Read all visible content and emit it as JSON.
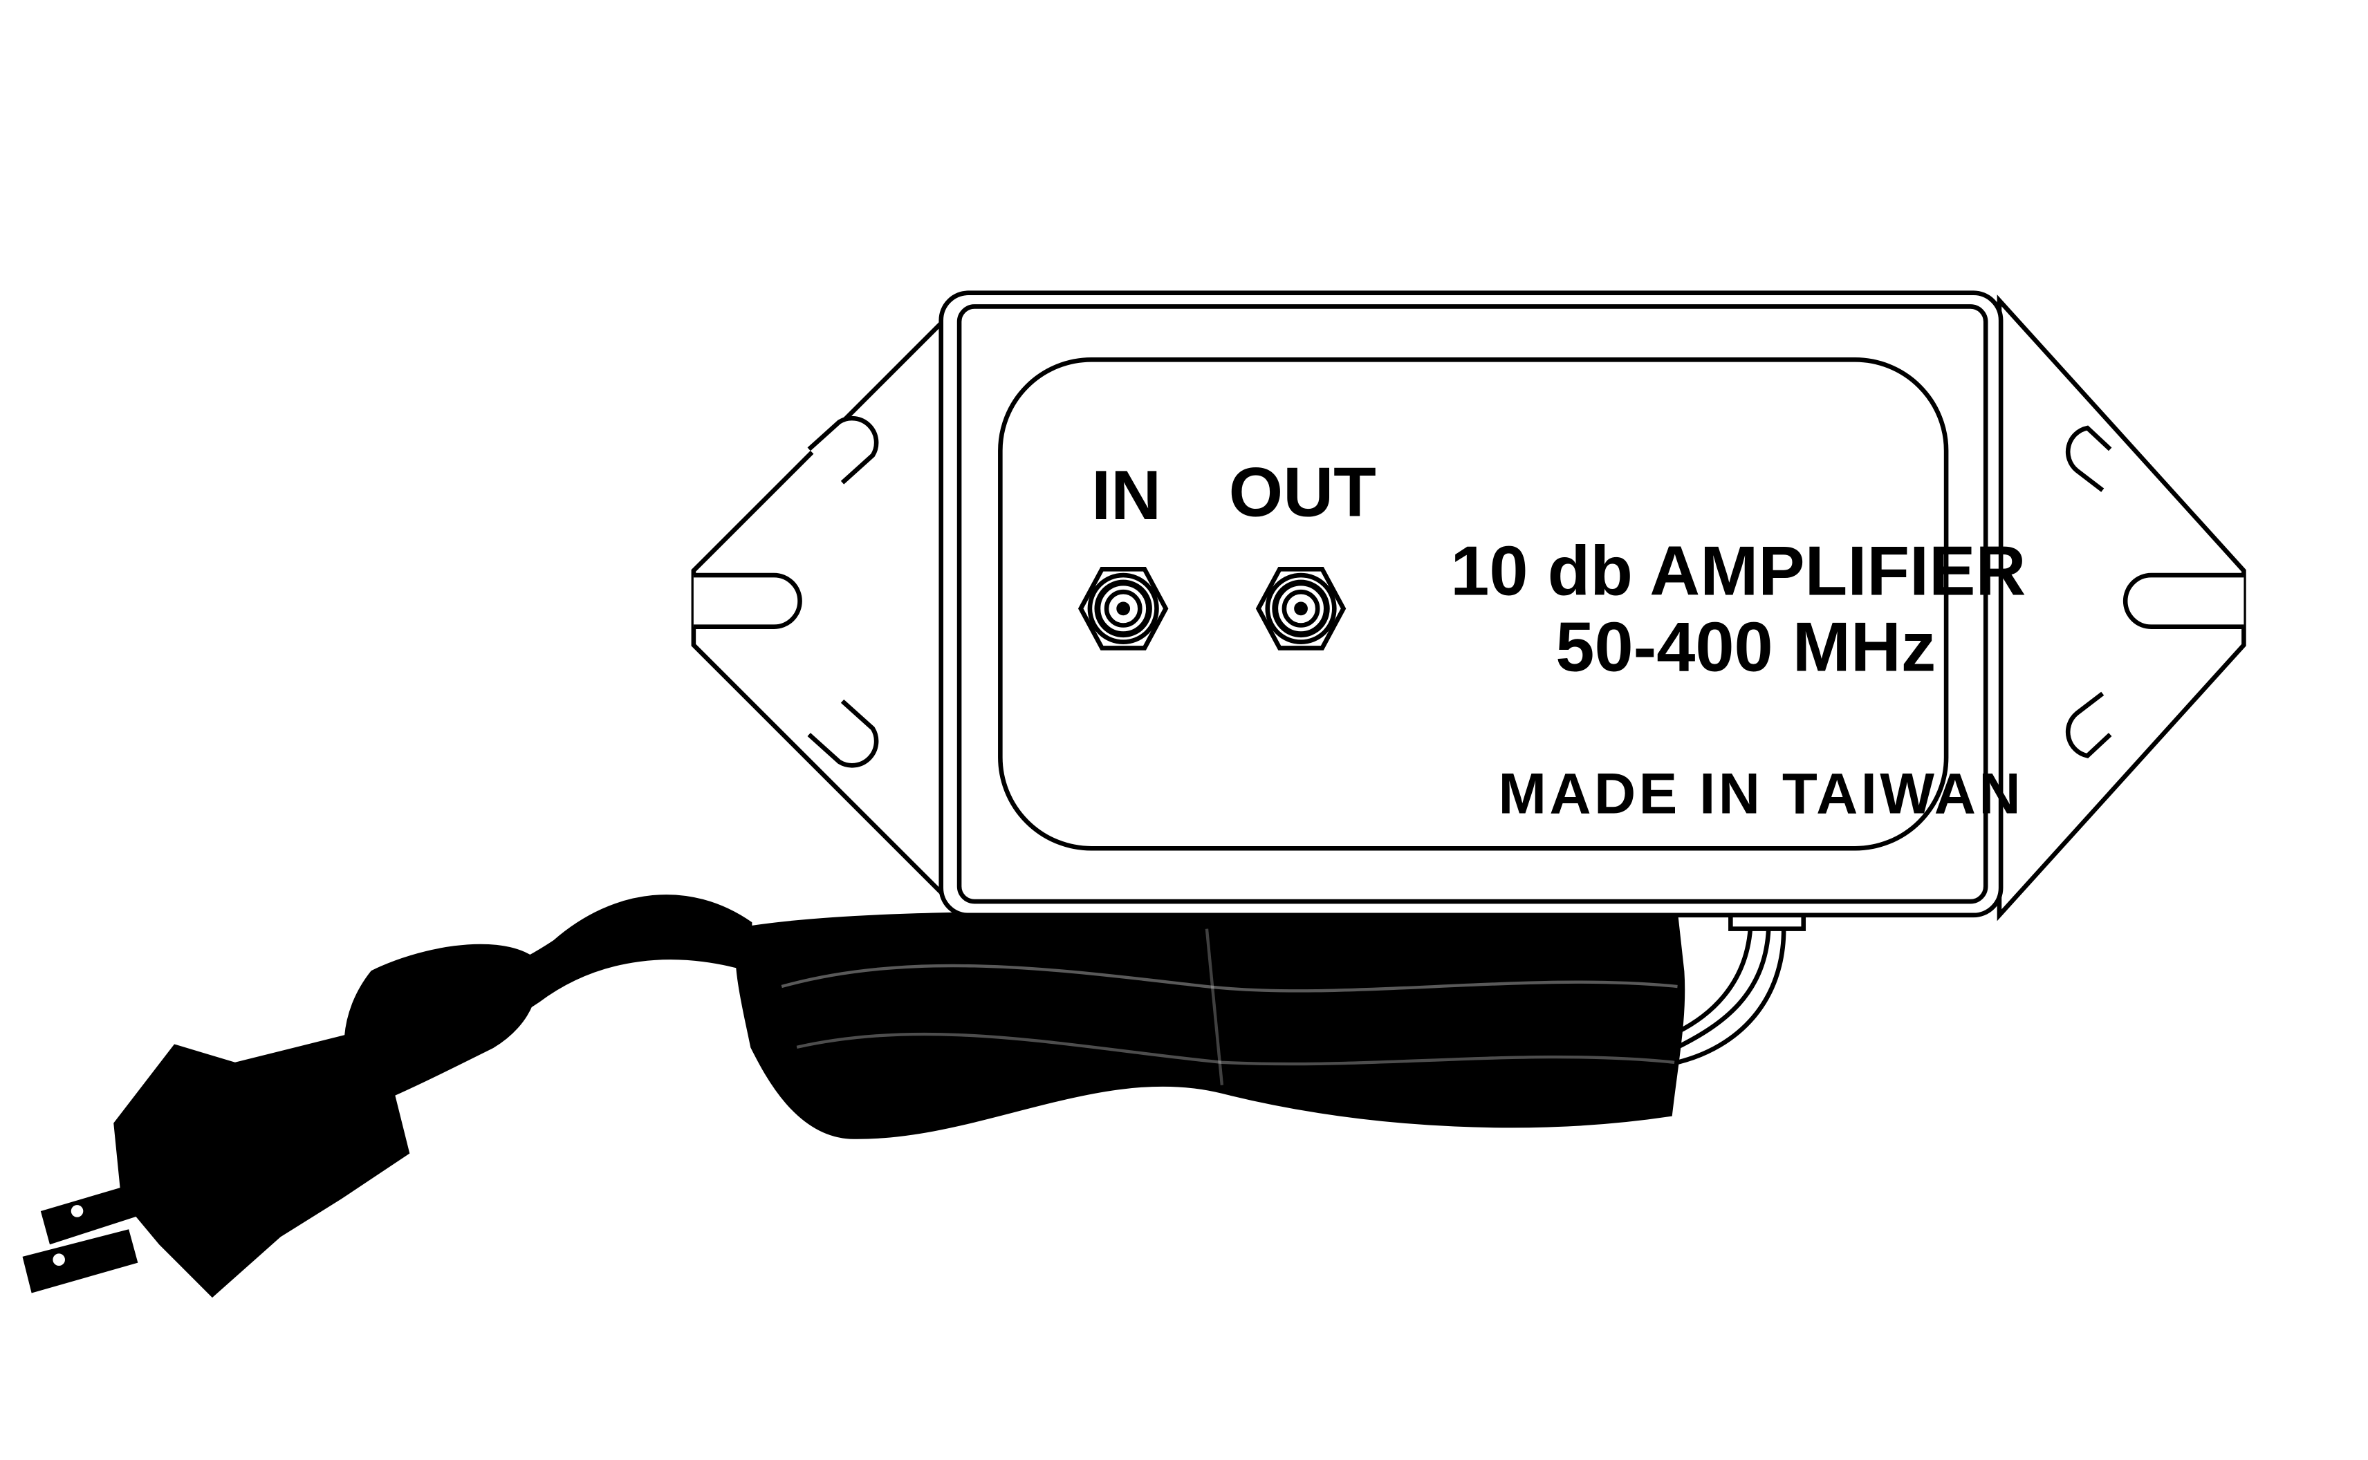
{
  "labels": {
    "input_port": "IN",
    "output_port": "OUT",
    "model": "10 db AMPLIFIER",
    "frequency": "50-400 MHz",
    "origin": "MADE IN TAIWAN"
  },
  "colors": {
    "background": "#ffffff",
    "line": "#000000",
    "cord": "#000000"
  },
  "icons": {
    "connector": "f-type-coax-connector-icon",
    "plug": "two-prong-power-plug-icon",
    "mount_hole": "mounting-slot-icon"
  }
}
